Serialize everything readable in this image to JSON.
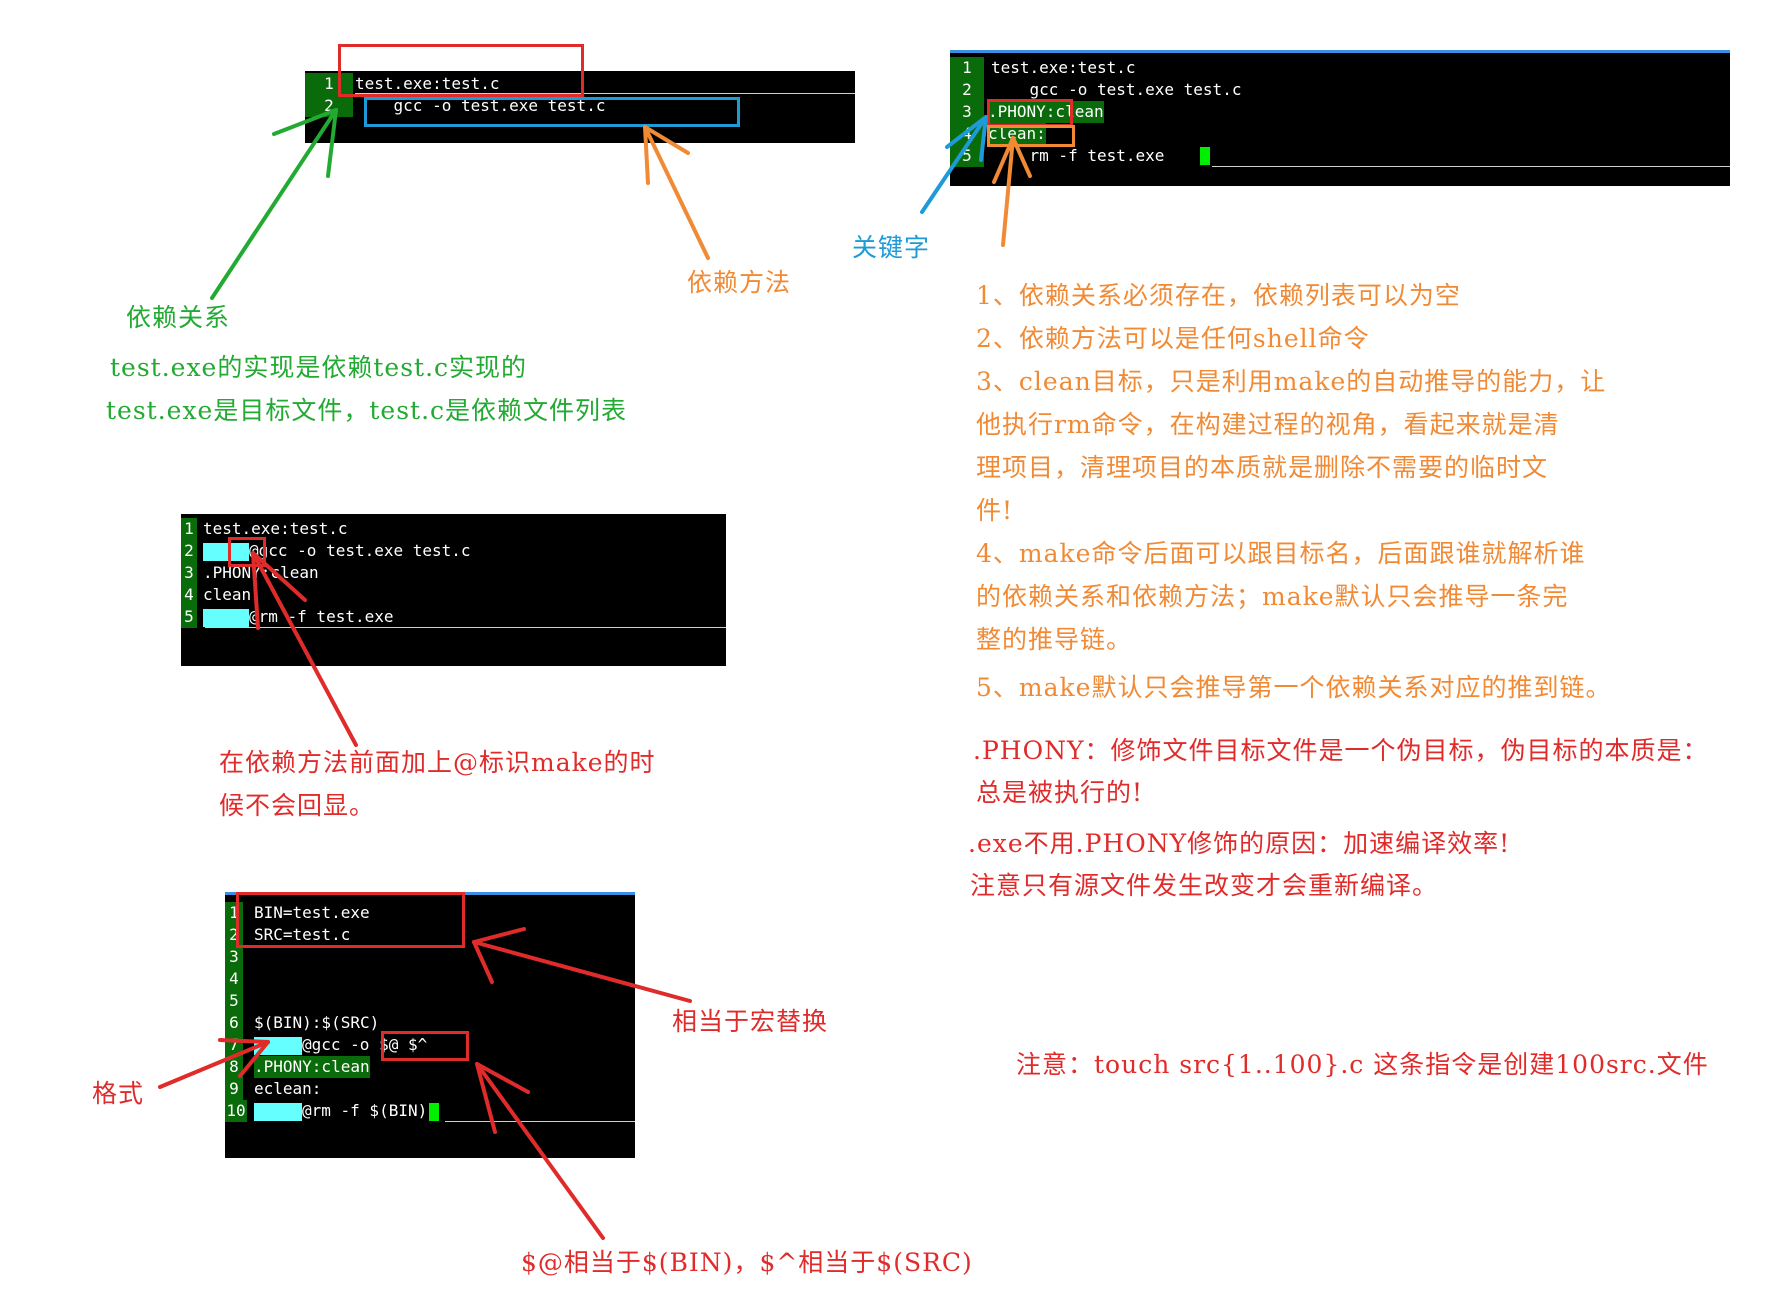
{
  "colors": {
    "green": "#22aa33",
    "orange": "#f08a35",
    "blue": "#1e9ad6",
    "red": "#e02b2b",
    "terminal_bg": "#000000",
    "line_number_bg": "#0a6b0a",
    "tab_cyan": "#66ffff",
    "cursor": "#00ee00"
  },
  "terminal1": {
    "lines": [
      {
        "num": "1",
        "code": "test.exe:test.c"
      },
      {
        "num": "2",
        "code": "    gcc -o test.exe test.c"
      },
      {
        "num": "~",
        "code": ""
      }
    ]
  },
  "terminal2": {
    "lines": [
      {
        "num": "1",
        "code": "test.exe:test.c"
      },
      {
        "num": "2",
        "code": "    gcc -o test.exe test.c"
      },
      {
        "num": "3",
        "code": ".PHONY:clean"
      },
      {
        "num": "4",
        "code": "clean:"
      },
      {
        "num": "5",
        "code": "    rm -f test.exe "
      }
    ]
  },
  "terminal3": {
    "lines": [
      {
        "num": "1",
        "code": "test.exe:test.c"
      },
      {
        "num": "2",
        "code": "@gcc -o test.exe test.c"
      },
      {
        "num": "3",
        "code": ".PHONY:clean"
      },
      {
        "num": "4",
        "code": "clean:"
      },
      {
        "num": "5",
        "code": "@rm -f test.exe"
      }
    ]
  },
  "terminal4": {
    "lines": [
      {
        "num": "1",
        "code": "BIN=test.exe"
      },
      {
        "num": "2",
        "code": "SRC=test.c"
      },
      {
        "num": "3",
        "code": ""
      },
      {
        "num": "4",
        "code": ""
      },
      {
        "num": "5",
        "code": ""
      },
      {
        "num": "6",
        "code": "$(BIN):$(SRC)"
      },
      {
        "num": "7",
        "code": "@gcc -o $@ $^"
      },
      {
        "num": "8",
        "code": ".PHONY:clean"
      },
      {
        "num": "9",
        "code": "eclean:"
      },
      {
        "num": "10",
        "code": "@rm -f $(BIN)"
      }
    ]
  },
  "labels": {
    "dependency_relation": "依赖关系",
    "dependency_method": "依赖方法",
    "keyword": "关键字",
    "green_note_1": "test.exe的实现是依赖test.c实现的",
    "green_note_2": "test.exe是目标文件，test.c是依赖文件列表",
    "at_note_1": "在依赖方法前面加上@标识make的时",
    "at_note_2": "候不会回显。",
    "macro": "相当于宏替换",
    "format": "格式",
    "auto_vars": "$@相当于$(BIN)，$^相当于$(SRC)"
  },
  "notes": {
    "n1": "1、依赖关系必须存在，依赖列表可以为空",
    "n2": "2、依赖方法可以是任何shell命令",
    "n3a": "3、clean目标，只是利用make的自动推导的能力，让",
    "n3b": "他执行rm命令，在构建过程的视角，看起来就是清",
    "n3c": "理项目，清理项目的本质就是删除不需要的临时文",
    "n3d": "件!",
    "n4a": "4、make命令后面可以跟目标名，后面跟谁就解析谁",
    "n4b": "的依赖关系和依赖方法；make默认只会推导一条完",
    "n4c": "整的推导链。",
    "n5": "5、make默认只会推导第一个依赖关系对应的推到链。",
    "phony1": ".PHONY：修饰文件目标文件是一个伪目标，伪目标的本质是：",
    "phony2": "总是被执行的!",
    "exe1": ".exe不用.PHONY修饰的原因：加速编译效率!",
    "exe2": "注意只有源文件发生改变才会重新编译。",
    "touch": "注意：touch src{1..100}.c 这条指令是创建100src.文件"
  }
}
